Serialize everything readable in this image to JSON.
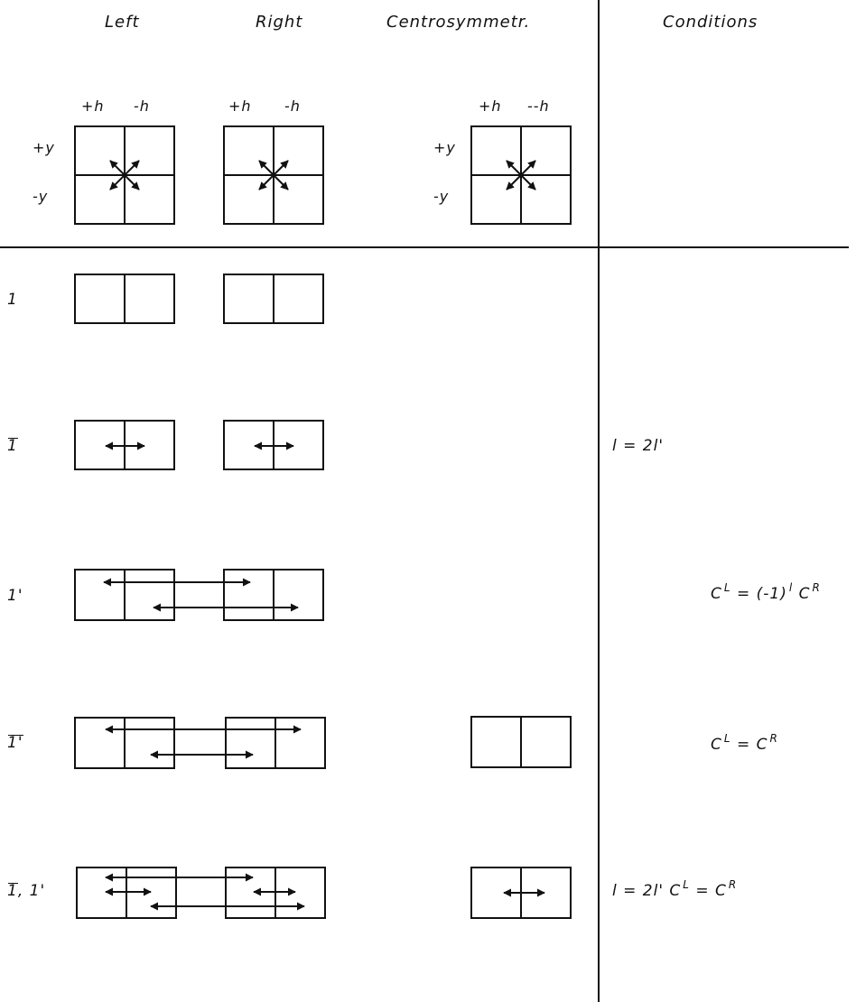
{
  "headers": {
    "left": "Left",
    "right": "Right",
    "centro": "Centrosymmetr.",
    "conditions": "Conditions"
  },
  "axis_labels": {
    "left": {
      "plus_h": "+h",
      "minus_h": "-h"
    },
    "right": {
      "plus_h": "+h",
      "minus_h": "-h"
    },
    "centro": {
      "plus_h": "+h",
      "minus_h": "--h"
    },
    "plus_y": "+y",
    "minus_y": "-y"
  },
  "rows": [
    {
      "symbol": "1",
      "overline": false,
      "suffix": "",
      "condition": null
    },
    {
      "symbol": "1",
      "overline": true,
      "suffix": "",
      "condition": {
        "text": "l = 2l'"
      }
    },
    {
      "symbol": "1'",
      "overline": false,
      "suffix": "",
      "condition": {
        "parts": [
          "C",
          "L",
          " = (-1)",
          "l",
          " C",
          "R"
        ]
      }
    },
    {
      "symbol": "1'",
      "overline": true,
      "suffix": "",
      "condition": {
        "parts": [
          "C",
          "L",
          " = C",
          "R"
        ]
      }
    },
    {
      "symbol": "1",
      "overline": true,
      "suffix": ", 1'",
      "condition": {
        "lead": "l = 2l' ",
        "parts": [
          "C",
          "L",
          " = C",
          "R"
        ]
      }
    }
  ]
}
